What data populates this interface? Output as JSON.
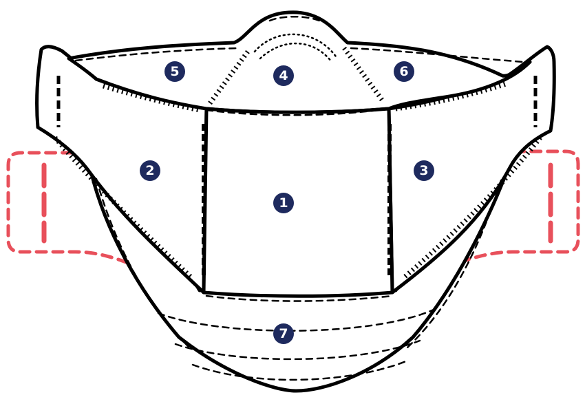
{
  "colors": {
    "outline": "#000000",
    "strap": "#e8505b",
    "badge_fill": "#1e2a5e",
    "badge_text": "#ffffff"
  },
  "labels": {
    "panel_1": "1",
    "panel_2": "2",
    "panel_3": "3",
    "panel_4": "4",
    "panel_5": "5",
    "panel_6": "6",
    "panel_7": "7"
  }
}
